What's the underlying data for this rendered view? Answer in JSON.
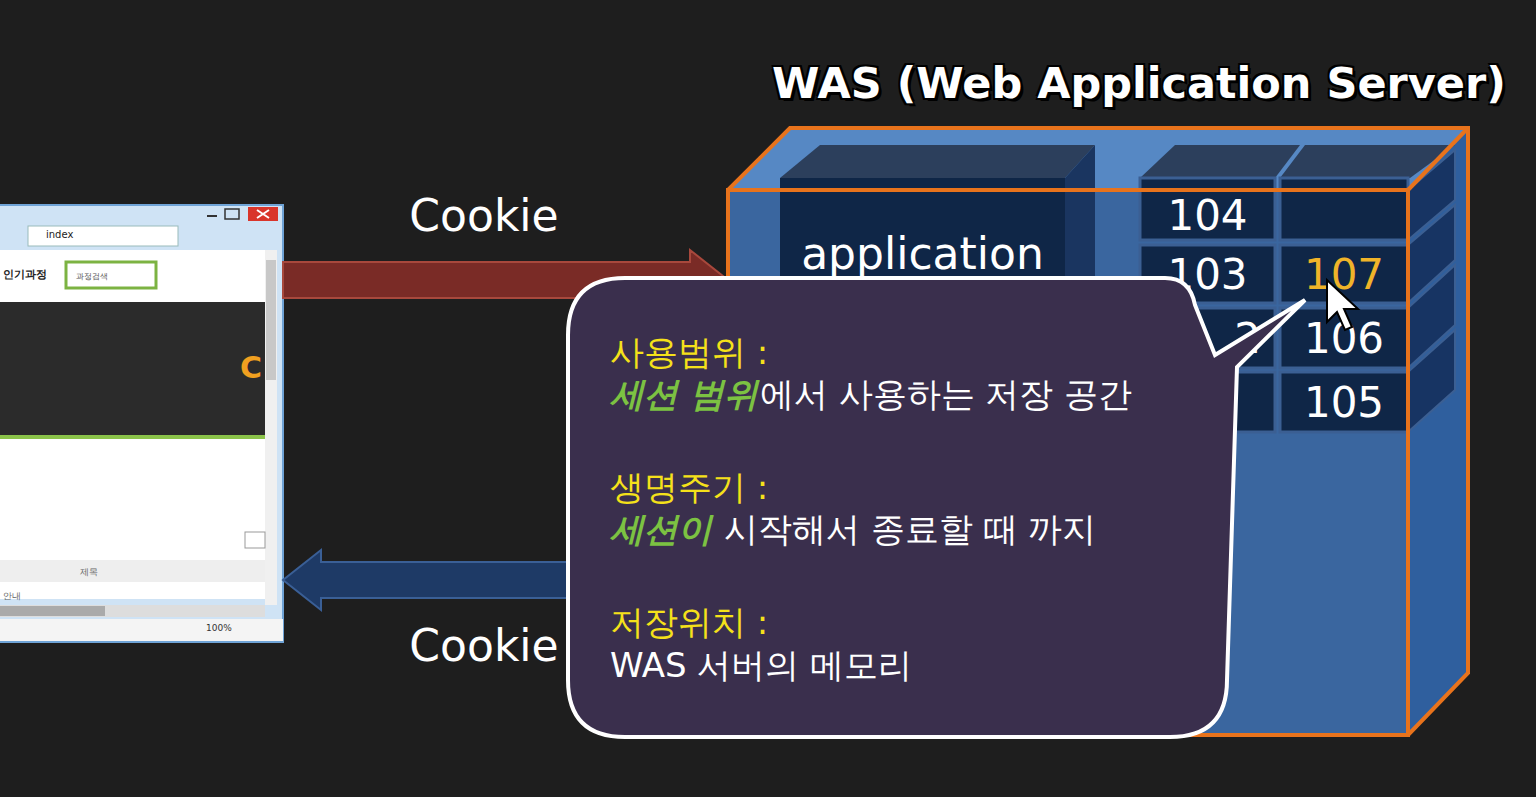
{
  "diagram": {
    "nodes": [
      {
        "text": [
          "index"
        ]
      },
      {
        "text": [
          "WAS (Web Application Server)"
        ]
      },
      {
        "text": [
          "application"
        ],
        "in": 1
      },
      {
        "text": [
          "104"
        ],
        "in": 1
      },
      {
        "text": [
          "103"
        ],
        "in": 1
      },
      {
        "text": [
          "107"
        ],
        "in": 1
      },
      {
        "text": [
          "2"
        ],
        "in": 1
      },
      {
        "text": [
          "106"
        ],
        "in": 1
      },
      {
        "text": [
          "105"
        ],
        "in": 1
      },
      {
        "text": [
          "사용범위 :",
          "세션 범위",
          "에서 사용하는 저장 공간",
          "생명주기 :",
          "세션이",
          "시작해서 종료할 때 까지",
          "저장위치 :",
          "WAS 서버의 메모리"
        ]
      }
    ],
    "edges": [
      {
        "from": 0,
        "to": 1,
        "arrow": "to",
        "label": "Cookie"
      },
      {
        "from": 1,
        "to": 0,
        "arrow": "to",
        "label": "Cookie"
      }
    ],
    "labels": [
      "인기과정",
      "과정검색",
      "C",
      "제목",
      "안내",
      "100%"
    ]
  }
}
